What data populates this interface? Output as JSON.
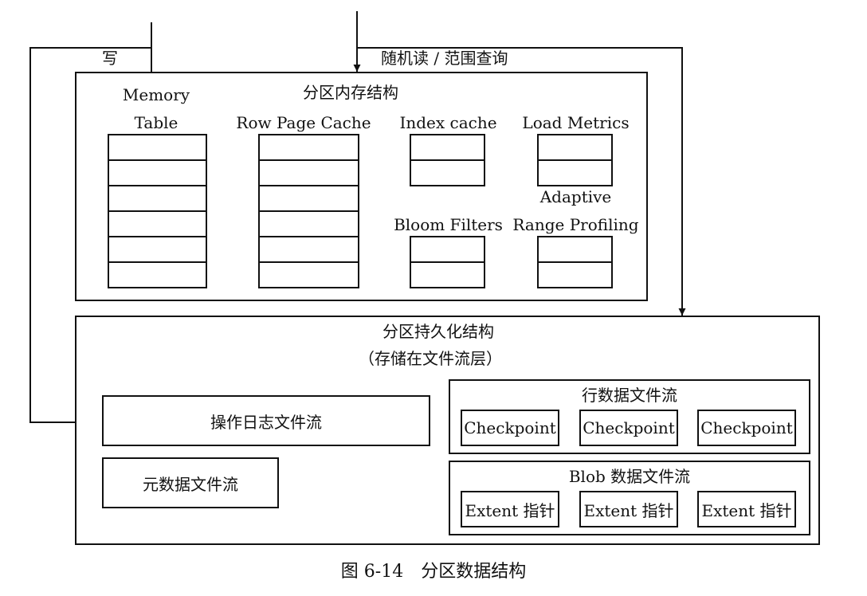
{
  "labels": {
    "write": "写",
    "random_read": "随机读 / 范围查询",
    "memory_structure_title": "分区内存结构",
    "memory_table_line1": "Memory",
    "memory_table_line2": "Table",
    "row_page_cache": "Row Page Cache",
    "index_cache": "Index cache",
    "load_metrics": "Load Metrics",
    "adaptive_line1": "Adaptive",
    "adaptive_line2": "Range Profiling",
    "bloom_filters": "Bloom Filters",
    "persistent_title_line1": "分区持久化结构",
    "persistent_title_line2": "（存储在文件流层）",
    "oplog_stream": "操作日志文件流",
    "metadata_stream": "元数据文件流",
    "row_data_stream": "行数据文件流",
    "blob_data_stream": "Blob 数据文件流",
    "figure_caption": "图 6-14　分区数据结构"
  },
  "checkpoints": [
    "Checkpoint",
    "Checkpoint",
    "Checkpoint"
  ],
  "extents": [
    "Extent 指针",
    "Extent 指针",
    "Extent 指针"
  ]
}
